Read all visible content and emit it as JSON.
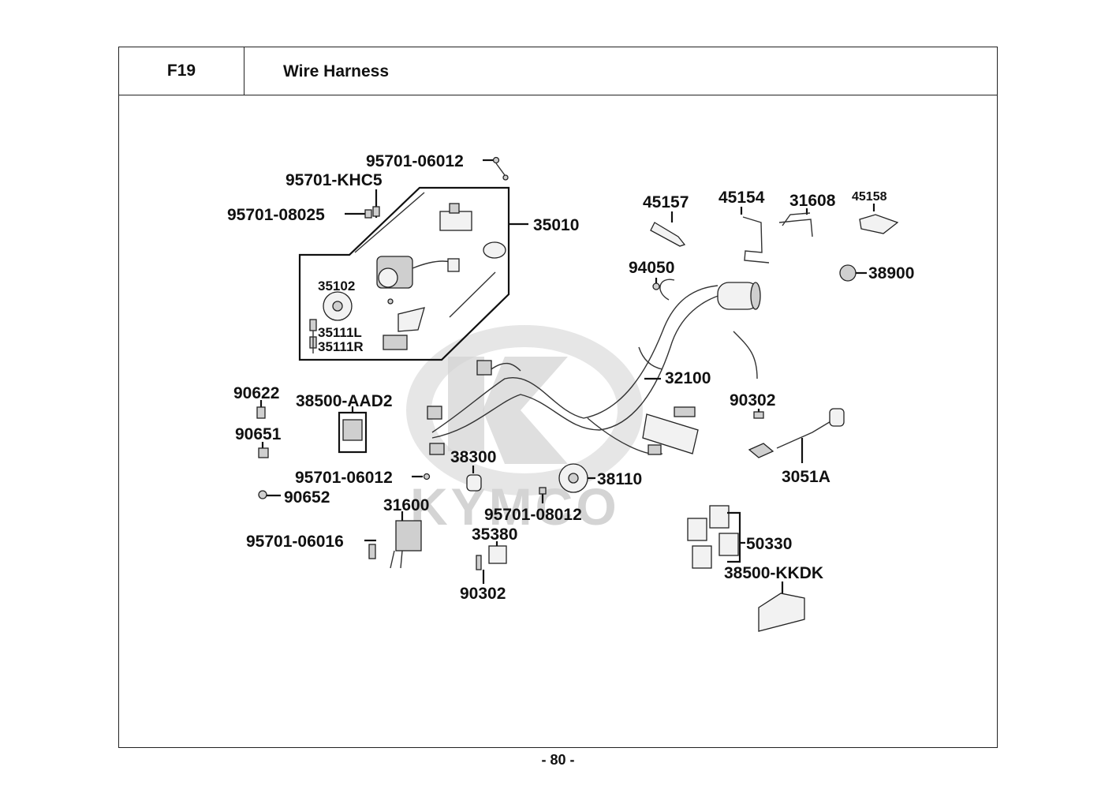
{
  "header": {
    "code": "F19",
    "title": "Wire Harness"
  },
  "page_number": "- 80 -",
  "watermark": {
    "brand": "KYMCO"
  },
  "part_labels": {
    "p95701_06012_top": "95701-06012",
    "p95701_khc5": "95701-KHC5",
    "p95701_08025": "95701-08025",
    "p35010": "35010",
    "p35102": "35102",
    "p35111l": "35111L",
    "p35111r": "35111R",
    "p45157": "45157",
    "p45154": "45154",
    "p31608": "31608",
    "p45158": "45158",
    "p94050": "94050",
    "p38900": "38900",
    "p32100": "32100",
    "p90302_right": "90302",
    "p3051a": "3051A",
    "p90622": "90622",
    "p38500_aad2": "38500-AAD2",
    "p90651": "90651",
    "p95701_06012_mid": "95701-06012",
    "p38300": "38300",
    "p90652": "90652",
    "p38110": "38110",
    "p31600": "31600",
    "p95701_08012": "95701-08012",
    "p95701_06016": "95701-06016",
    "p35380": "35380",
    "p90302_bottom": "90302",
    "p50330": "50330",
    "p38500_kkdk": "38500-KKDK"
  }
}
